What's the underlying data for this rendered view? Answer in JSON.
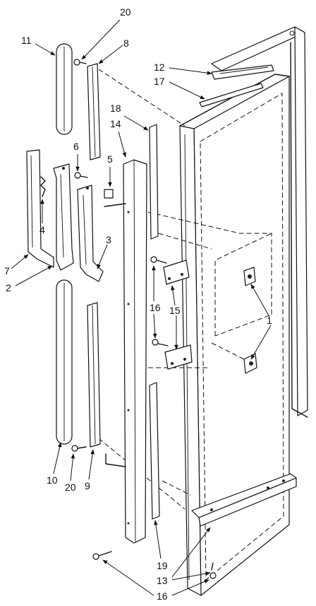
{
  "callouts": {
    "c1": "1",
    "c2": "2",
    "c3": "3",
    "c4": "4",
    "c5": "5",
    "c6": "6",
    "c7": "7",
    "c8": "8",
    "c9": "9",
    "c10": "10",
    "c11": "11",
    "c12": "12",
    "c13": "13",
    "c14": "14",
    "c15": "15",
    "c16a": "16",
    "c16b": "16",
    "c17": "17",
    "c18": "18",
    "c19": "19",
    "c20a": "20",
    "c20b": "20"
  },
  "colors": {
    "ink": "#111111",
    "paper": "#ffffff"
  }
}
